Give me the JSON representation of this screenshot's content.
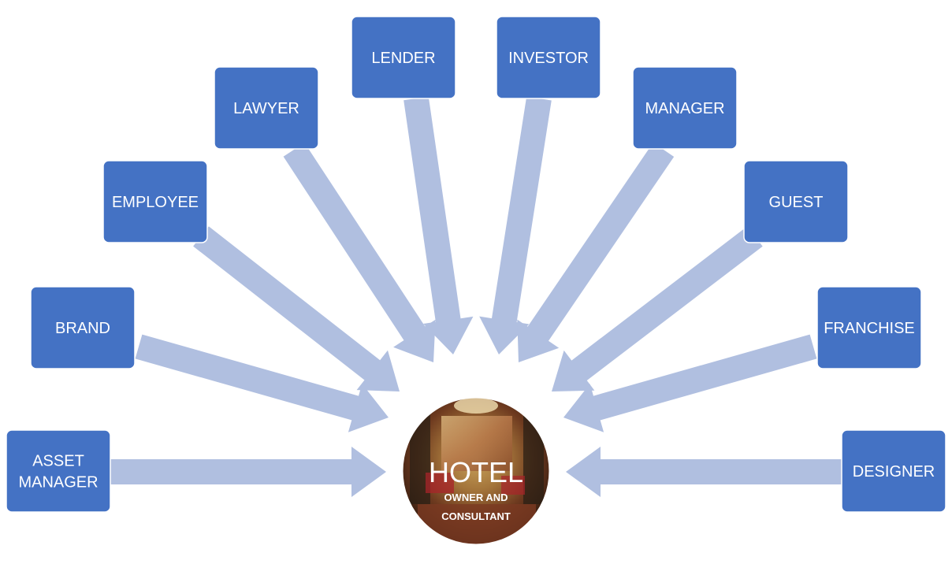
{
  "diagram": {
    "center": {
      "title": "HOTEL",
      "subtitle_lines": [
        "OWNER AND",
        "CONSULTANT"
      ]
    },
    "nodes": [
      {
        "id": "asset-manager",
        "label_lines": [
          "ASSET",
          "MANAGER"
        ]
      },
      {
        "id": "brand",
        "label_lines": [
          "BRAND"
        ]
      },
      {
        "id": "employee",
        "label_lines": [
          "EMPLOYEE"
        ]
      },
      {
        "id": "lawyer",
        "label_lines": [
          "LAWYER"
        ]
      },
      {
        "id": "lender",
        "label_lines": [
          "LENDER"
        ]
      },
      {
        "id": "investor",
        "label_lines": [
          "INVESTOR"
        ]
      },
      {
        "id": "manager",
        "label_lines": [
          "MANAGER"
        ]
      },
      {
        "id": "guest",
        "label_lines": [
          "GUEST"
        ]
      },
      {
        "id": "franchise",
        "label_lines": [
          "FRANCHISE"
        ]
      },
      {
        "id": "designer",
        "label_lines": [
          "DESIGNER"
        ]
      }
    ],
    "colors": {
      "box_fill": "#4472c4",
      "box_text": "#ffffff",
      "arrow_fill": "#b0bfe0"
    }
  }
}
